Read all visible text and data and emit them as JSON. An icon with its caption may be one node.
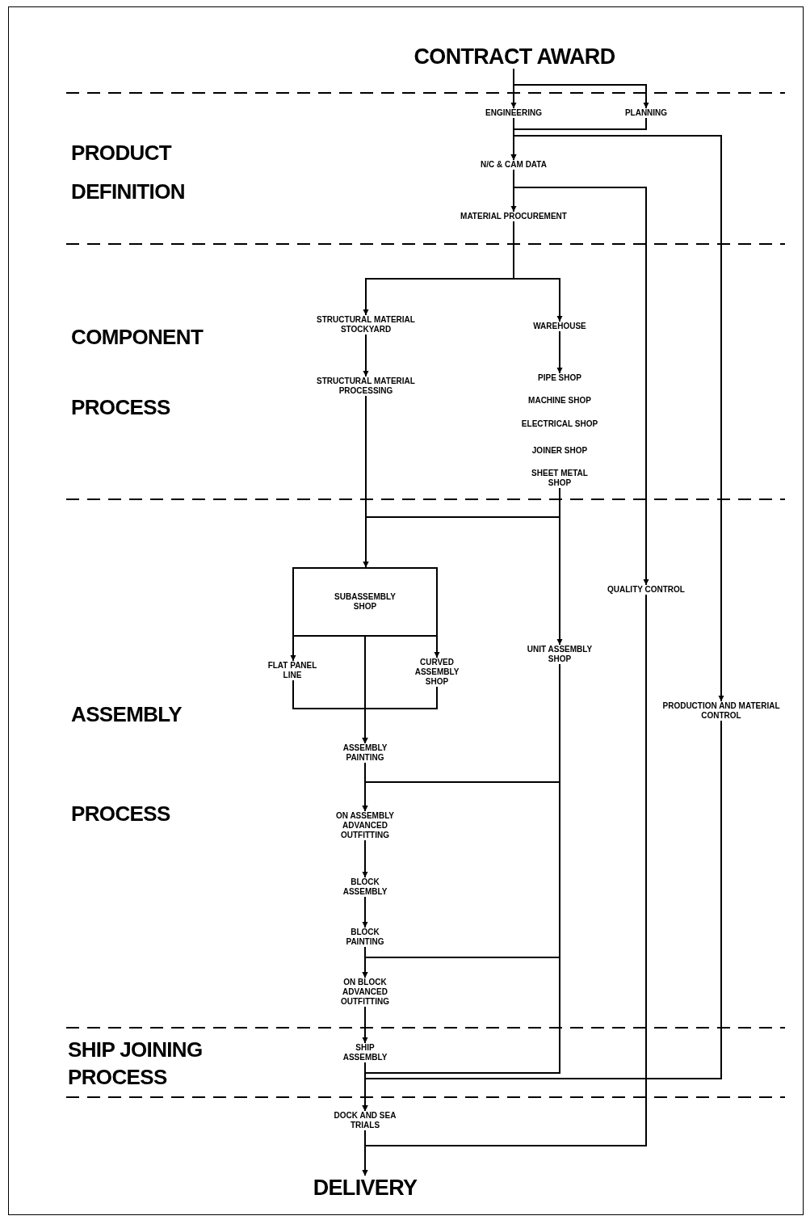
{
  "diagram": {
    "nodes": [
      {
        "text": [
          "CONTRACT AWARD"
        ]
      },
      {
        "text": [
          "ENGINEERING"
        ]
      },
      {
        "text": [
          "PLANNING"
        ]
      },
      {
        "text": [
          "N/C & CAM DATA"
        ]
      },
      {
        "text": [
          "MATERIAL PROCUREMENT"
        ]
      },
      {
        "text": [
          "STRUCTURAL MATERIAL STOCKYARD"
        ]
      },
      {
        "text": [
          "WAREHOUSE"
        ]
      },
      {
        "text": [
          "STRUCTURAL MATERIAL PROCESSING"
        ]
      },
      {
        "text": [
          "PIPE SHOP"
        ]
      },
      {
        "text": [
          "MACHINE SHOP"
        ]
      },
      {
        "text": [
          "ELECTRICAL SHOP"
        ]
      },
      {
        "text": [
          "JOINER SHOP"
        ]
      },
      {
        "text": [
          "SHEET METAL SHOP"
        ]
      },
      {
        "text": [
          "SUBASSEMBLY SHOP"
        ]
      },
      {
        "text": [
          "FLAT PANEL LINE"
        ]
      },
      {
        "text": [
          "CURVED ASSEMBLY SHOP"
        ]
      },
      {
        "text": [
          "UNIT ASSEMBLY SHOP"
        ]
      },
      {
        "text": [
          "QUALITY CONTROL"
        ]
      },
      {
        "text": [
          "PRODUCTION AND MATERIAL CONTROL"
        ]
      },
      {
        "text": [
          "ASSEMBLY PAINTING"
        ]
      },
      {
        "text": [
          "ON ASSEMBLY ADVANCED OUTFITTING"
        ]
      },
      {
        "text": [
          "BLOCK ASSEMBLY"
        ]
      },
      {
        "text": [
          "BLOCK PAINTING"
        ]
      },
      {
        "text": [
          "ON BLOCK ADVANCED OUTFITTING"
        ]
      },
      {
        "text": [
          "SHIP ASSEMBLY"
        ]
      },
      {
        "text": [
          "DOCK AND SEA TRIALS"
        ]
      },
      {
        "text": [
          "DELIVERY"
        ]
      }
    ],
    "edges": [
      {
        "from": 0,
        "to": 1,
        "arrow": "to"
      },
      {
        "from": 0,
        "to": 2,
        "arrow": "to"
      },
      {
        "from": 1,
        "to": 3,
        "arrow": "to"
      },
      {
        "from": 2,
        "to": 3,
        "arrow": "to"
      },
      {
        "from": 1,
        "to": 18,
        "arrow": "to"
      },
      {
        "from": 3,
        "to": 4,
        "arrow": "to"
      },
      {
        "from": 3,
        "to": 17,
        "arrow": "to"
      },
      {
        "from": 4,
        "to": 5,
        "arrow": "to"
      },
      {
        "from": 4,
        "to": 6,
        "arrow": "to"
      },
      {
        "from": 5,
        "to": 7,
        "arrow": "to"
      },
      {
        "from": 6,
        "to": 8,
        "arrow": "to"
      },
      {
        "from": 7,
        "to": 13,
        "arrow": "to"
      },
      {
        "from": 12,
        "to": 13,
        "arrow": "to"
      },
      {
        "from": 12,
        "to": 16,
        "arrow": "to"
      },
      {
        "from": 13,
        "to": 14,
        "arrow": "to"
      },
      {
        "from": 13,
        "to": 15,
        "arrow": "to"
      },
      {
        "from": 13,
        "to": 19,
        "arrow": "to"
      },
      {
        "from": 14,
        "to": 19,
        "arrow": "to"
      },
      {
        "from": 15,
        "to": 19,
        "arrow": "to"
      },
      {
        "from": 16,
        "to": 20,
        "arrow": "to"
      },
      {
        "from": 16,
        "to": 23,
        "arrow": "to"
      },
      {
        "from": 16,
        "to": 25,
        "arrow": "to"
      },
      {
        "from": 17,
        "to": 26,
        "arrow": "to"
      },
      {
        "from": 18,
        "to": 25,
        "arrow": "to"
      },
      {
        "from": 19,
        "to": 20,
        "arrow": "to"
      },
      {
        "from": 20,
        "to": 21,
        "arrow": "to"
      },
      {
        "from": 21,
        "to": 22,
        "arrow": "to"
      },
      {
        "from": 22,
        "to": 23,
        "arrow": "to"
      },
      {
        "from": 23,
        "to": 24,
        "arrow": "to"
      },
      {
        "from": 24,
        "to": 25,
        "arrow": "to"
      },
      {
        "from": 25,
        "to": 26,
        "arrow": "to"
      }
    ],
    "labels": [
      "PRODUCT DEFINITION",
      "COMPONENT",
      "PROCESS",
      "ASSEMBLY",
      "PROCESS",
      "SHIP JOINING PROCESS"
    ]
  }
}
